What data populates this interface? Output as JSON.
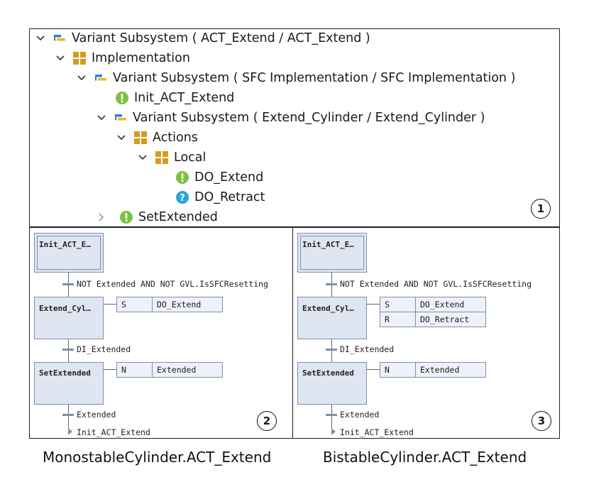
{
  "tree": {
    "items": [
      {
        "label": "Variant Subsystem ( ACT_Extend / ACT_Extend )",
        "icon": "variant-subsystem-icon",
        "expanded": true
      },
      {
        "label": "Implementation",
        "icon": "folder-grid-icon",
        "expanded": true
      },
      {
        "label": "Variant Subsystem ( SFC Implementation / SFC Implementation )",
        "icon": "variant-subsystem-icon",
        "expanded": true
      },
      {
        "label": "Init_ACT_Extend",
        "icon": "exclamation-green-icon"
      },
      {
        "label": "Variant Subsystem ( Extend_Cylinder / Extend_Cylinder )",
        "icon": "variant-subsystem-icon",
        "expanded": true
      },
      {
        "label": "Actions",
        "icon": "folder-grid-icon",
        "expanded": true
      },
      {
        "label": "Local",
        "icon": "folder-grid-icon",
        "expanded": true
      },
      {
        "label": "DO_Extend",
        "icon": "exclamation-green-icon"
      },
      {
        "label": "DO_Retract",
        "icon": "question-blue-icon"
      },
      {
        "label": "SetExtended",
        "icon": "exclamation-green-icon",
        "expanded": false
      }
    ],
    "badge": "1"
  },
  "sfc_left": {
    "init_step": "Init_ACT_E…",
    "transition1": "NOT Extended AND NOT GVL.IsSFCResetting",
    "step2": "Extend_Cyl…",
    "step2_actions": [
      {
        "qualifier": "S",
        "name": "DO_Extend"
      }
    ],
    "transition2": "DI_Extended",
    "step3": "SetExtended",
    "step3_actions": [
      {
        "qualifier": "N",
        "name": "Extended"
      }
    ],
    "transition3": "Extended",
    "jump": "Init_ACT_Extend",
    "badge": "2"
  },
  "sfc_right": {
    "init_step": "Init_ACT_E…",
    "transition1": "NOT Extended AND NOT GVL.IsSFCResetting",
    "step2": "Extend_Cyl…",
    "step2_actions": [
      {
        "qualifier": "S",
        "name": "DO_Extend"
      },
      {
        "qualifier": "R",
        "name": "DO_Retract"
      }
    ],
    "transition2": "DI_Extended",
    "step3": "SetExtended",
    "step3_actions": [
      {
        "qualifier": "N",
        "name": "Extended"
      }
    ],
    "transition3": "Extended",
    "jump": "Init_ACT_Extend",
    "badge": "3"
  },
  "captions": {
    "left": "MonostableCylinder.ACT_Extend",
    "right": "BistableCylinder.ACT_Extend"
  },
  "colors": {
    "variant_blue": "#2f7fd0",
    "variant_yellow": "#e8b82a",
    "folder_gold": "#d39b1c",
    "green": "#7cc242",
    "blue_help": "#2aa3d6",
    "step_fill": "#dfe6f2",
    "step_border": "#7d8fb0"
  }
}
